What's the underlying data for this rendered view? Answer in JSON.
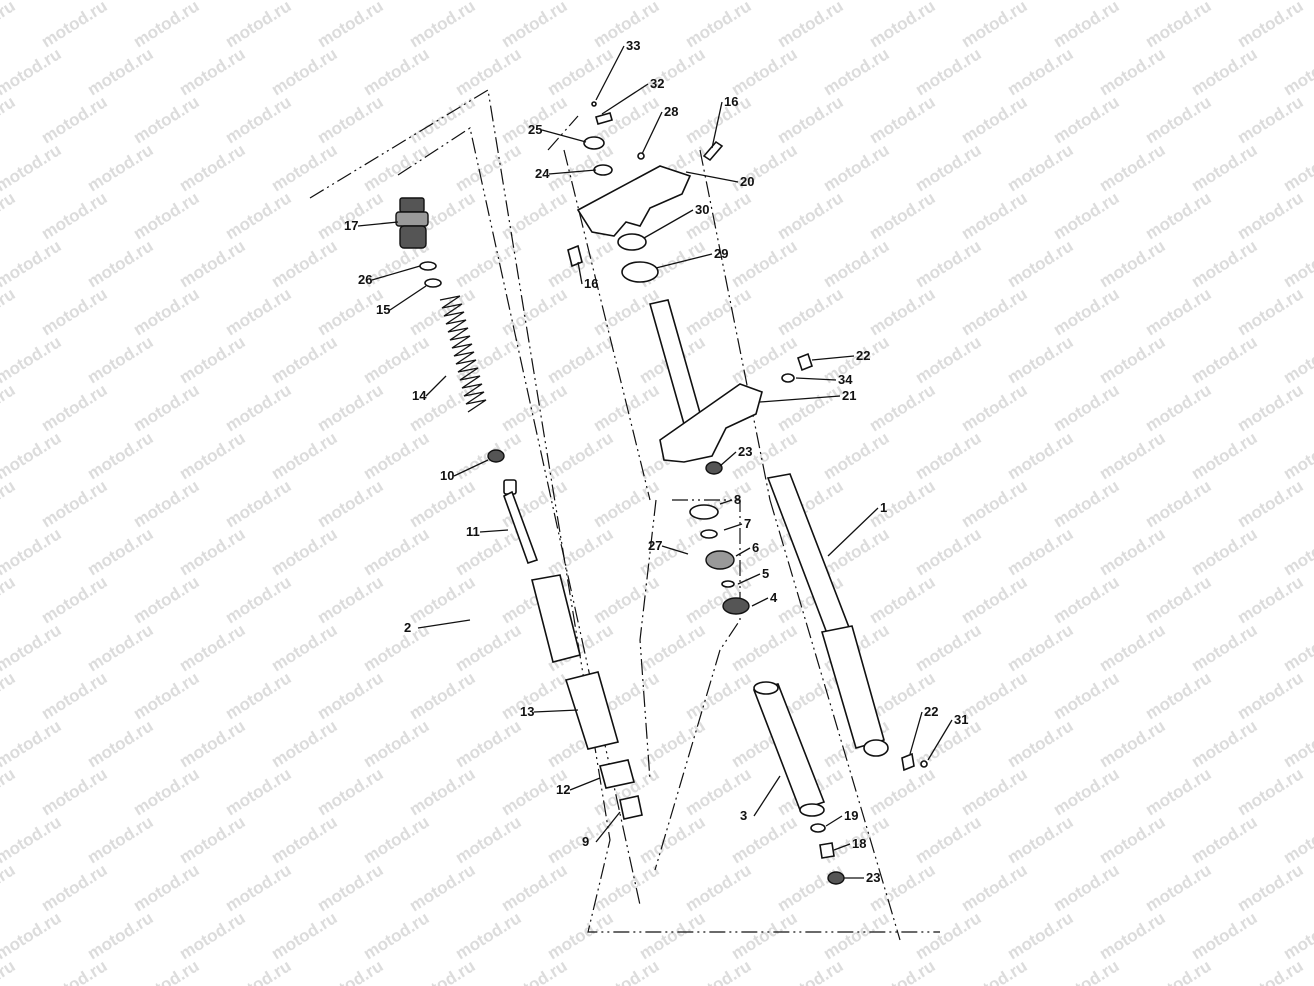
{
  "watermark": {
    "text": "motod.ru"
  },
  "callouts": [
    "33",
    "32",
    "25",
    "28",
    "16",
    "24",
    "20",
    "30",
    "17",
    "16",
    "29",
    "26",
    "15",
    "22",
    "34",
    "14",
    "21",
    "10",
    "23",
    "1",
    "8",
    "11",
    "7",
    "27",
    "6",
    "5",
    "4",
    "2",
    "22",
    "31",
    "13",
    "12",
    "3",
    "19",
    "9",
    "18",
    "23"
  ]
}
